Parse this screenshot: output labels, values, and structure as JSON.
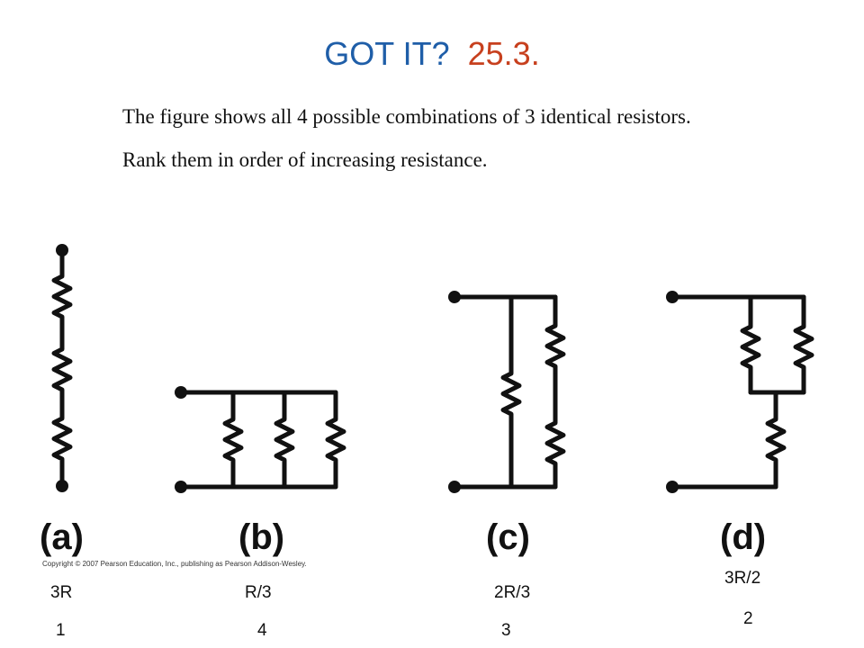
{
  "title": {
    "prefix": "GOT IT?",
    "number": "25.3."
  },
  "question": {
    "line1": "The figure shows all 4 possible combinations of 3 identical resistors.",
    "line2": "Rank them in order of increasing resistance."
  },
  "figure": {
    "labels": [
      "(a)",
      "(b)",
      "(c)",
      "(d)"
    ],
    "copyright": "Copyright © 2007 Pearson Education, Inc., publishing as Pearson Addison-Wesley."
  },
  "answers": [
    {
      "value": "3R",
      "rank": "1"
    },
    {
      "value": "R/3",
      "rank": "4"
    },
    {
      "value": "2R/3",
      "rank": "3"
    },
    {
      "value": "3R/2",
      "rank": "2"
    }
  ],
  "colors": {
    "title_prefix": "#1f5ea8",
    "title_number": "#c7401e"
  }
}
